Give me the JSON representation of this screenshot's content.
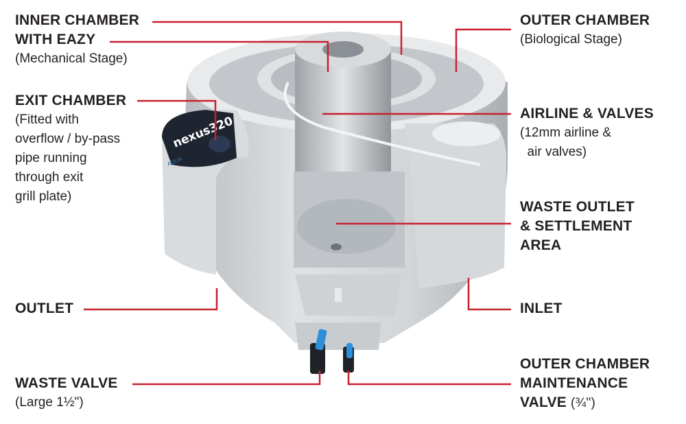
{
  "product": {
    "brand_label": "nexus320",
    "maker_label": "AQUA"
  },
  "callouts": {
    "inner_chamber": {
      "title_line1": "INNER CHAMBER",
      "title_line2": "WITH EAZY",
      "sub": "(Mechanical Stage)"
    },
    "exit_chamber": {
      "title": "EXIT CHAMBER",
      "sub_lines": [
        "(Fitted with",
        "overflow / by-pass",
        "pipe running",
        "through exit",
        "grill plate)"
      ]
    },
    "outlet": {
      "title": "OUTLET"
    },
    "waste_valve": {
      "title": "WASTE VALVE",
      "sub": "(Large 1½\")"
    },
    "outer_chamber": {
      "title": "OUTER CHAMBER",
      "sub": "(Biological Stage)"
    },
    "airline": {
      "title": "AIRLINE & VALVES",
      "sub_lines": [
        "(12mm airline &",
        "  air valves)"
      ]
    },
    "waste_outlet": {
      "title_lines": [
        "WASTE OUTLET",
        "& SETTLEMENT",
        "AREA"
      ]
    },
    "inlet": {
      "title": "INLET"
    },
    "maintenance_valve": {
      "title_lines": [
        "OUTER CHAMBER",
        "MAINTENANCE",
        "VALVE"
      ],
      "size": "(¾\")"
    }
  },
  "colors": {
    "leader_line": "#c8202f",
    "text": "#231f20",
    "body": "#d3d6d9",
    "valve_handle": "#2f8fd8"
  }
}
